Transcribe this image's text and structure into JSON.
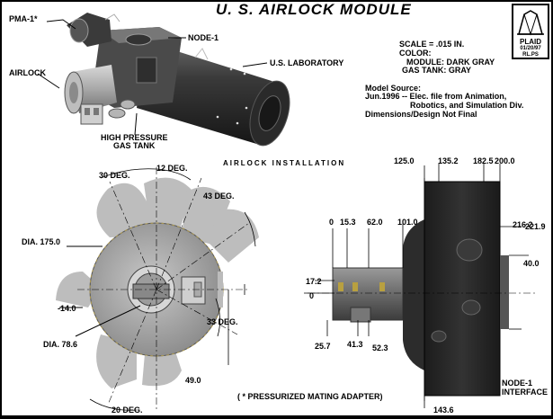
{
  "title": "U. S. AIRLOCK MODULE",
  "logo": {
    "name": "PLAID",
    "date": "01/20/97",
    "initials": "RL.PS"
  },
  "info": {
    "scale": "SCALE = .015 IN.",
    "color_heading": "COLOR:",
    "module_color": "MODULE:  DARK GRAY",
    "tank_color": "GAS TANK:  GRAY",
    "source_heading": "Model Source:",
    "source_line1": "Jun.1996 -- Elec. file from Animation,",
    "source_line2": "Robotics, and Simulation Div.",
    "disclaimer": "Dimensions/Design Not Final"
  },
  "iso_labels": {
    "pma": "PMA-1*",
    "node": "NODE-1",
    "airlock": "AIRLOCK",
    "lab": "U.S. LABORATORY",
    "tank_line1": "HIGH PRESSURE",
    "tank_line2": "GAS TANK"
  },
  "section_title": "AIRLOCK  INSTALLATION",
  "front_view": {
    "angle_12": "12 DEG.",
    "angle_30": "30 DEG.",
    "angle_43": "43 DEG.",
    "dia_175": "DIA. 175.0",
    "dim_neg14": "-14.0",
    "angle_33": "33 DEG.",
    "dia_786": "DIA. 78.6",
    "dim_49": "49.0",
    "angle_20": "20 DEG."
  },
  "side_view": {
    "top_dims": [
      "125.0",
      "135.2",
      "182.5",
      "200.0"
    ],
    "dim_0_top": "0",
    "dim_153": "15.3",
    "dim_620": "62.0",
    "dim_1010": "101.0",
    "dim_2162": "216.2",
    "dim_2219": "221.9",
    "dim_400": "40.0",
    "dim_172": "17.2",
    "dim_0_side": "0",
    "dim_257": "25.7",
    "dim_413": "41.3",
    "dim_523": "52.3",
    "dim_1436": "143.6",
    "node_interface_1": "NODE-1",
    "node_interface_2": "INTERFACE"
  },
  "footnote": "( * PRESSURIZED MATING ADAPTER)"
}
